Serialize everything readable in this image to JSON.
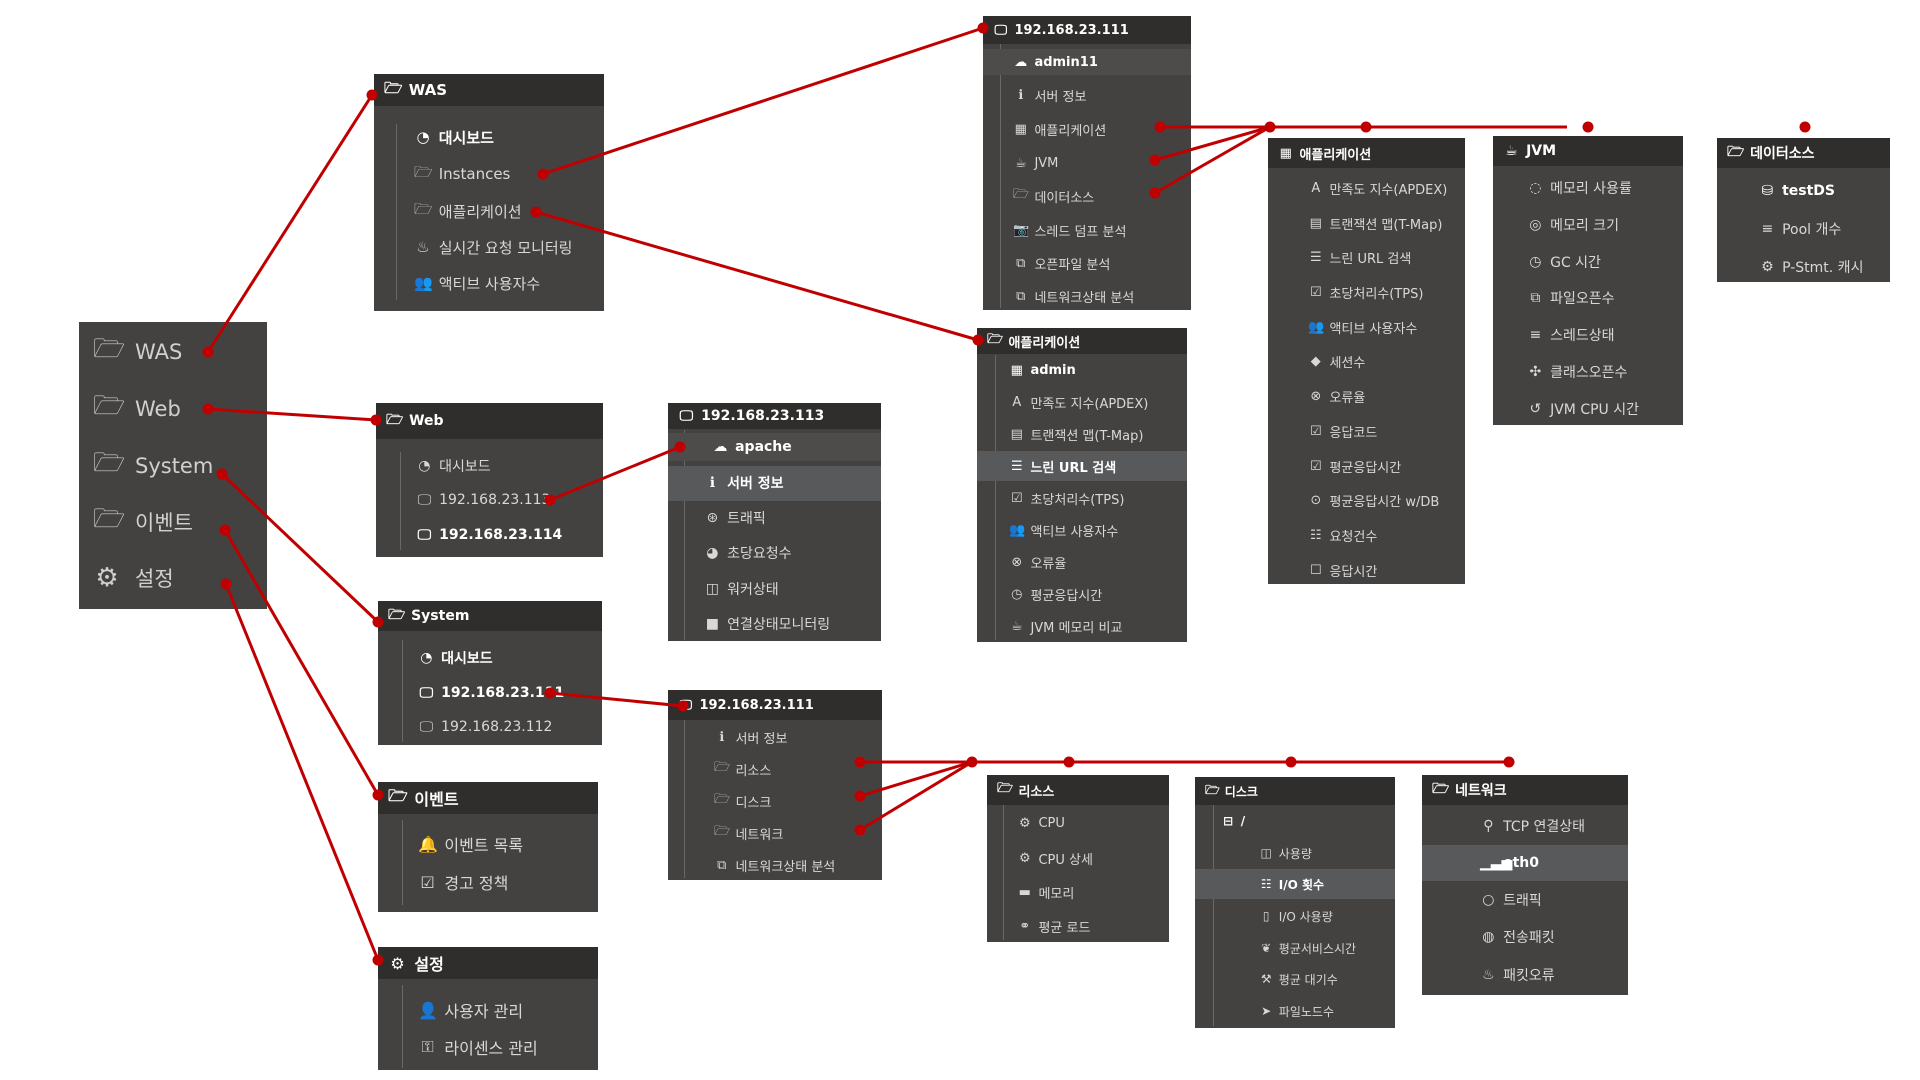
{
  "colors": {
    "panel_bg": "#444240",
    "header_bg": "#2f2e2d",
    "active_bg": "#57595b",
    "connector": "#c00000"
  },
  "main_menu": {
    "items": [
      {
        "label": "WAS",
        "icon": "folder-open-icon"
      },
      {
        "label": "Web",
        "icon": "folder-open-icon"
      },
      {
        "label": "System",
        "icon": "folder-open-icon"
      },
      {
        "label": "이벤트",
        "icon": "folder-open-icon"
      },
      {
        "label": "설정",
        "icon": "cogs-icon"
      }
    ]
  },
  "panels": {
    "was": {
      "title": "WAS",
      "title_icon": "folder-open-icon",
      "items": [
        {
          "label": "대시보드",
          "icon": "dashboard-icon",
          "state": "bold"
        },
        {
          "label": "Instances",
          "icon": "folder-open-icon"
        },
        {
          "label": "애플리케이션",
          "icon": "folder-open-icon"
        },
        {
          "label": "실시간 요청 모니터링",
          "icon": "fire-icon"
        },
        {
          "label": "액티브 사용자수",
          "icon": "users-icon"
        }
      ]
    },
    "web": {
      "title": "Web",
      "title_icon": "folder-open-icon",
      "items": [
        {
          "label": "대시보드",
          "icon": "dashboard-icon"
        },
        {
          "label": "192.168.23.113",
          "icon": "desktop-icon"
        },
        {
          "label": "192.168.23.114",
          "icon": "desktop-icon",
          "state": "bold"
        }
      ]
    },
    "system": {
      "title": "System",
      "title_icon": "folder-open-icon",
      "items": [
        {
          "label": "대시보드",
          "icon": "dashboard-icon",
          "state": "bold"
        },
        {
          "label": "192.168.23.111",
          "icon": "desktop-icon",
          "state": "bold"
        },
        {
          "label": "192.168.23.112",
          "icon": "desktop-icon"
        }
      ]
    },
    "event": {
      "title": "이벤트",
      "title_icon": "folder-open-icon",
      "items": [
        {
          "label": "이벤트 목록",
          "icon": "bell-icon"
        },
        {
          "label": "경고 정책",
          "icon": "check-square-icon"
        }
      ]
    },
    "settings": {
      "title": "설정",
      "title_icon": "cogs-icon",
      "items": [
        {
          "label": "사용자 관리",
          "icon": "user-icon"
        },
        {
          "label": "라이센스 관리",
          "icon": "key-icon"
        }
      ]
    },
    "was_instance": {
      "title": "192.168.23.111",
      "title_icon": "desktop-icon",
      "items": [
        {
          "label": "admin11",
          "icon": "cloud-icon",
          "state": "sub"
        },
        {
          "label": "서버 정보",
          "icon": "info-icon"
        },
        {
          "label": "애플리케이션",
          "icon": "th-large-icon"
        },
        {
          "label": "JVM",
          "icon": "coffee-icon"
        },
        {
          "label": "데이터소스",
          "icon": "folder-open-icon"
        },
        {
          "label": "스레드 덤프 분석",
          "icon": "camera-icon"
        },
        {
          "label": "오픈파일 분석",
          "icon": "clone-icon"
        },
        {
          "label": "네트워크상태 분석",
          "icon": "clone-icon"
        }
      ]
    },
    "was_apps": {
      "title": "애플리케이션",
      "title_icon": "folder-open-icon",
      "items": [
        {
          "label": "admin",
          "icon": "th-large-icon",
          "state": "bold"
        },
        {
          "label": "만족도 지수(APDEX)",
          "icon": "apdex-icon"
        },
        {
          "label": "트랜잭션 맵(T-Map)",
          "icon": "table-icon"
        },
        {
          "label": "느린 URL 검색",
          "icon": "list-icon",
          "state": "active"
        },
        {
          "label": "초당처리수(TPS)",
          "icon": "check-square-icon"
        },
        {
          "label": "액티브 사용자수",
          "icon": "users-icon"
        },
        {
          "label": "오류율",
          "icon": "times-circle-icon"
        },
        {
          "label": "평균응답시간",
          "icon": "clock-icon"
        },
        {
          "label": "JVM 메모리 비교",
          "icon": "coffee-icon"
        }
      ]
    },
    "app_detail": {
      "title": "애플리케이션",
      "title_icon": "th-large-icon",
      "items": [
        {
          "label": "만족도 지수(APDEX)",
          "icon": "apdex-icon"
        },
        {
          "label": "트랜잭션 맵(T-Map)",
          "icon": "table-icon"
        },
        {
          "label": "느린 URL 검색",
          "icon": "list-icon"
        },
        {
          "label": "초당처리수(TPS)",
          "icon": "check-square-icon"
        },
        {
          "label": "액티브 사용자수",
          "icon": "users-icon"
        },
        {
          "label": "세션수",
          "icon": "tag-icon"
        },
        {
          "label": "오류율",
          "icon": "times-circle-icon"
        },
        {
          "label": "응답코드",
          "icon": "check-square-icon"
        },
        {
          "label": "평균응답시간",
          "icon": "check-square-icon"
        },
        {
          "label": "평균응답시간 w/DB",
          "icon": "dot-circle-icon"
        },
        {
          "label": "요청건수",
          "icon": "list-ol-icon"
        },
        {
          "label": "응답시간",
          "icon": "square-icon"
        }
      ]
    },
    "jvm": {
      "title": "JVM",
      "title_icon": "coffee-icon",
      "items": [
        {
          "label": "메모리 사용률",
          "icon": "circle-notch-icon"
        },
        {
          "label": "메모리 크기",
          "icon": "bullseye-icon"
        },
        {
          "label": "GC 시간",
          "icon": "clock-icon"
        },
        {
          "label": "파일오픈수",
          "icon": "clone-icon"
        },
        {
          "label": "스레드상태",
          "icon": "align-left-icon"
        },
        {
          "label": "클래스오픈수",
          "icon": "puzzle-icon"
        },
        {
          "label": "JVM CPU 시간",
          "icon": "history-icon"
        }
      ]
    },
    "datasource": {
      "title": "데이터소스",
      "title_icon": "folder-open-icon",
      "items": [
        {
          "label": "testDS",
          "icon": "database-icon",
          "state": "bold"
        },
        {
          "label": "Pool 개수",
          "icon": "bars-icon"
        },
        {
          "label": "P-Stmt. 캐시",
          "icon": "gear-icon"
        }
      ]
    },
    "web_instance": {
      "title": "192.168.23.113",
      "title_icon": "desktop-icon",
      "items": [
        {
          "label": "apache",
          "icon": "cloud-icon",
          "state": "sub"
        },
        {
          "label": "서버 정보",
          "icon": "info-icon",
          "state": "active"
        },
        {
          "label": "트래픽",
          "icon": "life-ring-icon"
        },
        {
          "label": "초당요청수",
          "icon": "pie-chart-icon"
        },
        {
          "label": "워커상태",
          "icon": "columns-icon"
        },
        {
          "label": "연결상태모니터링",
          "icon": "stop-icon"
        }
      ]
    },
    "sys_instance": {
      "title": "192.168.23.111",
      "title_icon": "desktop-icon",
      "items": [
        {
          "label": "서버 정보",
          "icon": "info-icon"
        },
        {
          "label": "리소스",
          "icon": "folder-open-icon"
        },
        {
          "label": "디스크",
          "icon": "folder-open-icon"
        },
        {
          "label": "네트워크",
          "icon": "folder-open-icon"
        },
        {
          "label": "네트워크상태 분석",
          "icon": "clone-icon"
        }
      ]
    },
    "resource": {
      "title": "리소스",
      "title_icon": "folder-open-icon",
      "items": [
        {
          "label": "CPU",
          "icon": "gear-icon"
        },
        {
          "label": "CPU 상세",
          "icon": "cogs-icon"
        },
        {
          "label": "메모리",
          "icon": "memory-icon"
        },
        {
          "label": "평균 로드",
          "icon": "link-icon"
        }
      ]
    },
    "disk": {
      "title": "디스크",
      "title_icon": "folder-open-icon",
      "items": [
        {
          "label": "/",
          "icon": "hdd-icon",
          "state": "bold"
        },
        {
          "label": "사용량",
          "icon": "columns-icon"
        },
        {
          "label": "I/O 횟수",
          "icon": "list-ol-icon",
          "state": "active"
        },
        {
          "label": "I/O 사용량",
          "icon": "mobile-icon"
        },
        {
          "label": "평균서비스시간",
          "icon": "leaf-icon"
        },
        {
          "label": "평균 대기수",
          "icon": "gavel-icon"
        },
        {
          "label": "파일노드수",
          "icon": "location-arrow-icon"
        }
      ]
    },
    "network": {
      "title": "네트워크",
      "title_icon": "folder-open-icon",
      "items": [
        {
          "label": "TCP 연결상태",
          "icon": "map-marker-icon"
        },
        {
          "label": "eth0",
          "icon": "signal-icon",
          "state": "active"
        },
        {
          "label": "트래픽",
          "icon": "circle-o-icon"
        },
        {
          "label": "전송패킷",
          "icon": "globe-icon"
        },
        {
          "label": "패킷오류",
          "icon": "fire-icon"
        }
      ]
    }
  }
}
